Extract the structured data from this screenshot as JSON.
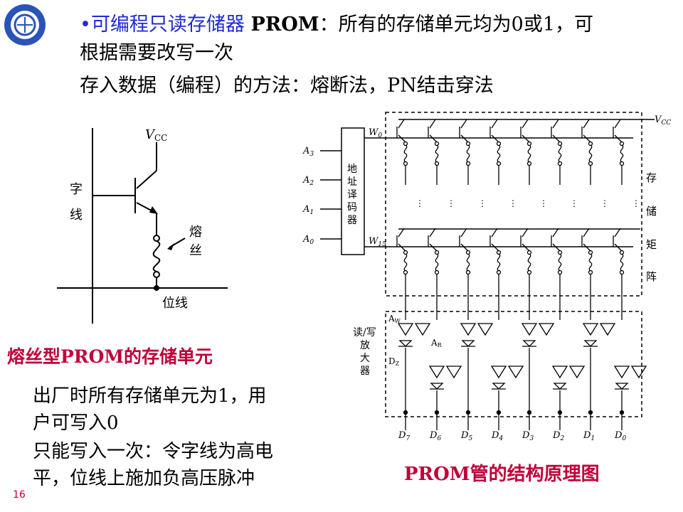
{
  "header": {
    "bullet": "•",
    "heading_blue": "可编程只读存储器",
    "heading_bold": "PROM",
    "heading_rest": "：所有的存储单元均为0或1，可",
    "line2": "根据需要改写一次",
    "line3": "存入数据（编程）的方法：熔断法，PN结击穿法"
  },
  "left_diagram": {
    "vcc": "V",
    "vcc_sub": "CC",
    "word_line_1": "字",
    "word_line_2": "线",
    "fuse_1": "熔",
    "fuse_2": "丝",
    "bit_line": "位线"
  },
  "left_caption": "熔丝型PROM的存储单元",
  "description": [
    "出厂时所有存储单元为1，用",
    "户可写入0",
    "只能写入一次：令字线为高电",
    "平，位线上施加负高压脉冲"
  ],
  "right_diagram": {
    "inputs": [
      "A",
      "A",
      "A",
      "A"
    ],
    "input_subs": [
      "3",
      "2",
      "1",
      "0"
    ],
    "decoder": [
      "地",
      "址",
      "译",
      "码",
      "器"
    ],
    "w_top": "W",
    "w_top_sub": "0",
    "w_bottom": "W",
    "w_bottom_sub": "15",
    "vcc": "V",
    "vcc_sub": "CC",
    "matrix_label": [
      "存",
      "储",
      "矩",
      "阵"
    ],
    "amp_label": [
      "读/写",
      "放",
      "大",
      "器"
    ],
    "aw": "A",
    "aw_sub": "W",
    "ar": "A",
    "ar_sub": "R",
    "dz": "D",
    "dz_sub": "Z",
    "outputs": [
      "D",
      "D",
      "D",
      "D",
      "D",
      "D",
      "D",
      "D"
    ],
    "output_subs": [
      "7",
      "6",
      "5",
      "4",
      "3",
      "2",
      "1",
      "0"
    ]
  },
  "right_caption": "PROM管的结构原理图",
  "page_number": "16",
  "colors": {
    "accent_blue": "#1f2bd0",
    "caption_red": "#c0003a"
  }
}
